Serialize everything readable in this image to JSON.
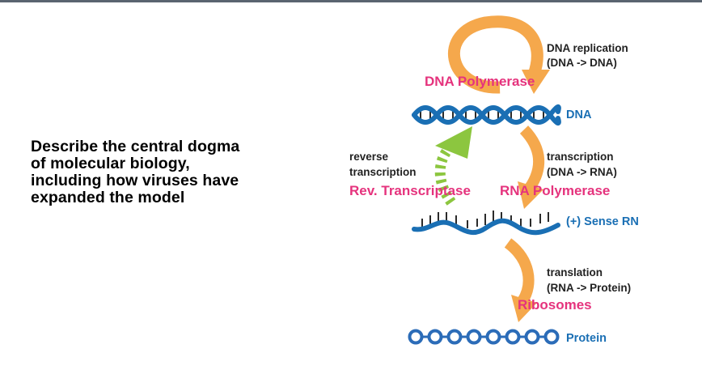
{
  "question": {
    "lines": [
      "Describe the central dogma",
      "of molecular biology,",
      "including how viruses have",
      "expanded the model"
    ]
  },
  "diagram": {
    "replication": {
      "line1": "DNA replication",
      "line2": "(DNA -> DNA)",
      "enzyme": "DNA Polymerase"
    },
    "dna_label": "DNA",
    "reverse": {
      "line1": "reverse",
      "line2": "transcription",
      "enzyme": "Rev. Transcriptase"
    },
    "transcription": {
      "line1": "transcription",
      "line2": "(DNA -> RNA)",
      "enzyme": "RNA Polymerase"
    },
    "rna_label": "(+) Sense RN",
    "translation": {
      "line1": "translation",
      "line2": "(RNA -> Protein)",
      "enzyme": "Ribosomes"
    },
    "protein_label": "Protein",
    "colors": {
      "arrow_orange": "#f5a84c",
      "arrow_green": "#8cc63f",
      "enzyme_pink": "#e5337d",
      "strand_blue": "#1a6fb4",
      "bead_blue": "#2b6cb8"
    }
  }
}
